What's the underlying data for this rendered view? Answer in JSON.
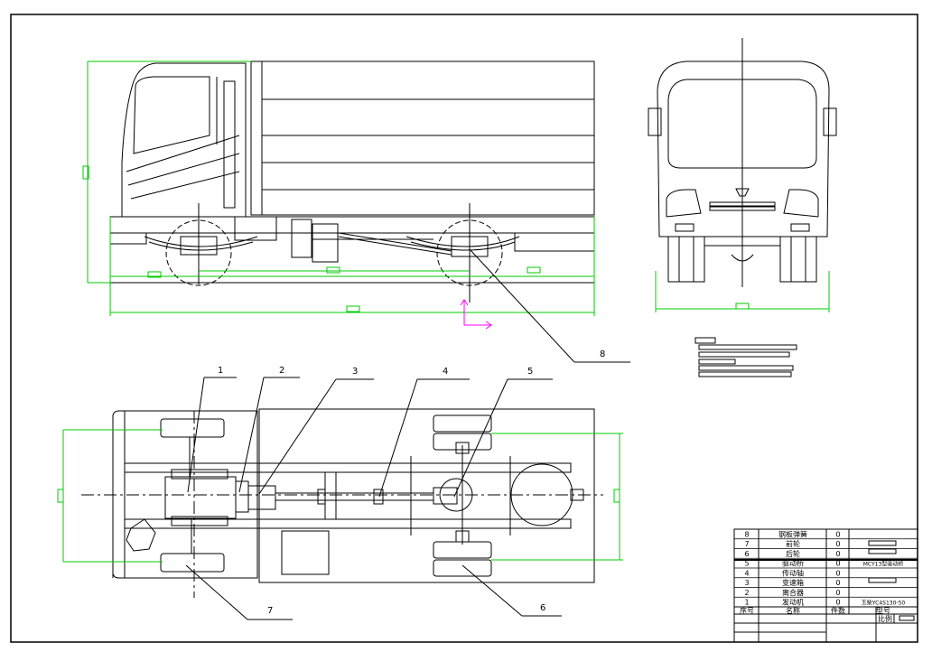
{
  "drawing": {
    "colors": {
      "line": "#000000",
      "dimension": "#00cc00",
      "axis": "#ff00ff",
      "background": "#ffffff"
    }
  },
  "callouts": {
    "n1": "1",
    "n2": "2",
    "n3": "3",
    "n4": "4",
    "n5": "5",
    "n6": "6",
    "n7": "7",
    "n8": "8"
  },
  "title_block": {
    "parts": [
      {
        "seq": "8",
        "name": "钢板弹簧",
        "qty": "0",
        "model": ""
      },
      {
        "seq": "7",
        "name": "前轮",
        "qty": "0",
        "model": ""
      },
      {
        "seq": "6",
        "name": "后轮",
        "qty": "0",
        "model": ""
      },
      {
        "seq": "5",
        "name": "驱动桥",
        "qty": "0",
        "model": "MCY13型驱动桥"
      },
      {
        "seq": "4",
        "name": "传动轴",
        "qty": "0",
        "model": ""
      },
      {
        "seq": "3",
        "name": "变速箱",
        "qty": "0",
        "model": ""
      },
      {
        "seq": "2",
        "name": "离合器",
        "qty": "0",
        "model": ""
      },
      {
        "seq": "1",
        "name": "发动机",
        "qty": "0",
        "model": "玉柴YC4S130-50"
      }
    ],
    "header": {
      "seq": "序号",
      "name": "名称",
      "qty": "件数",
      "model": "型号"
    },
    "scale_label": "比例"
  }
}
